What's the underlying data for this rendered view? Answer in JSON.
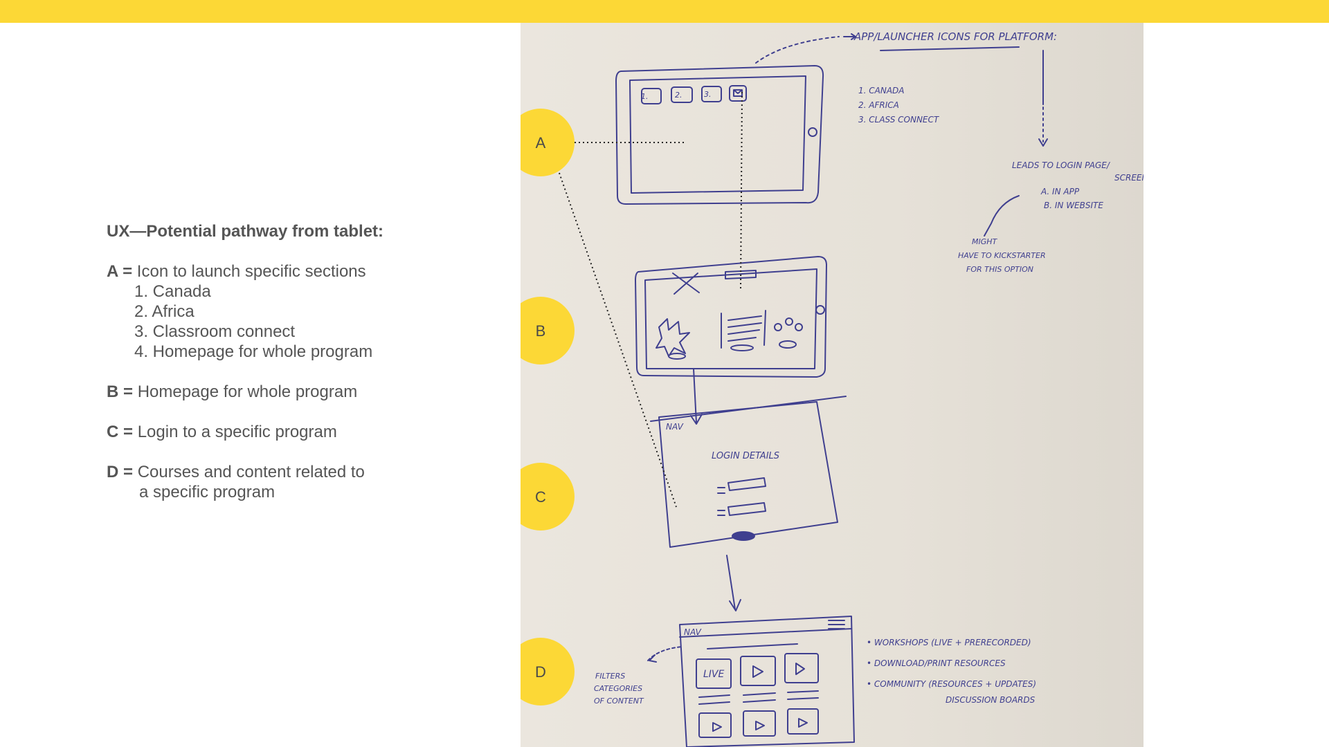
{
  "colors": {
    "accent_yellow": "#fcd836",
    "ink": "#3f3f8f",
    "paper": "#e8e3da",
    "text": "#555555"
  },
  "legend": {
    "title": "UX—Potential pathway from tablet:",
    "a_key": "A =",
    "a_text": "Icon to launch specific sections",
    "a_items": [
      "1. Canada",
      "2. Africa",
      "3. Classroom connect",
      "4. Homepage for whole program"
    ],
    "b_key": "B =",
    "b_text": "Homepage for whole program",
    "c_key": "C =",
    "c_text": "Login to a specific program",
    "d_key": "D =",
    "d_text_1": "Courses and content related to",
    "d_text_2": "a specific program"
  },
  "markers": [
    "A",
    "B",
    "C",
    "D"
  ],
  "sketch": {
    "header_note": "APP/LAUNCHER ICONS FOR PLATFORM:",
    "icon_labels": [
      "1.",
      "2.",
      "3."
    ],
    "platform_list": [
      "1. CANADA",
      "2. AFRICA",
      "3. CLASS CONNECT"
    ],
    "login_note_1": "LEADS TO LOGIN PAGE/",
    "login_note_2": "SCREEN",
    "login_option_a": "A. IN APP",
    "login_option_b": "B. IN WEBSITE",
    "might_1": "MIGHT",
    "might_2": "HAVE TO KICKSTARTER",
    "might_3": "FOR THIS OPTION",
    "nav_1": "NAV",
    "login_details": "LOGIN DETAILS",
    "nav_2": "NAV",
    "live": "LIVE",
    "filters_1": "FILTERS",
    "filters_2": "CATEGORIES",
    "filters_3": "OF CONTENT",
    "bullet_1": "• WORKSHOPS (LIVE + PRERECORDED)",
    "bullet_2": "• DOWNLOAD/PRINT RESOURCES",
    "bullet_3": "• COMMUNITY (RESOURCES + UPDATES)",
    "bullet_3b": "DISCUSSION BOARDS"
  }
}
